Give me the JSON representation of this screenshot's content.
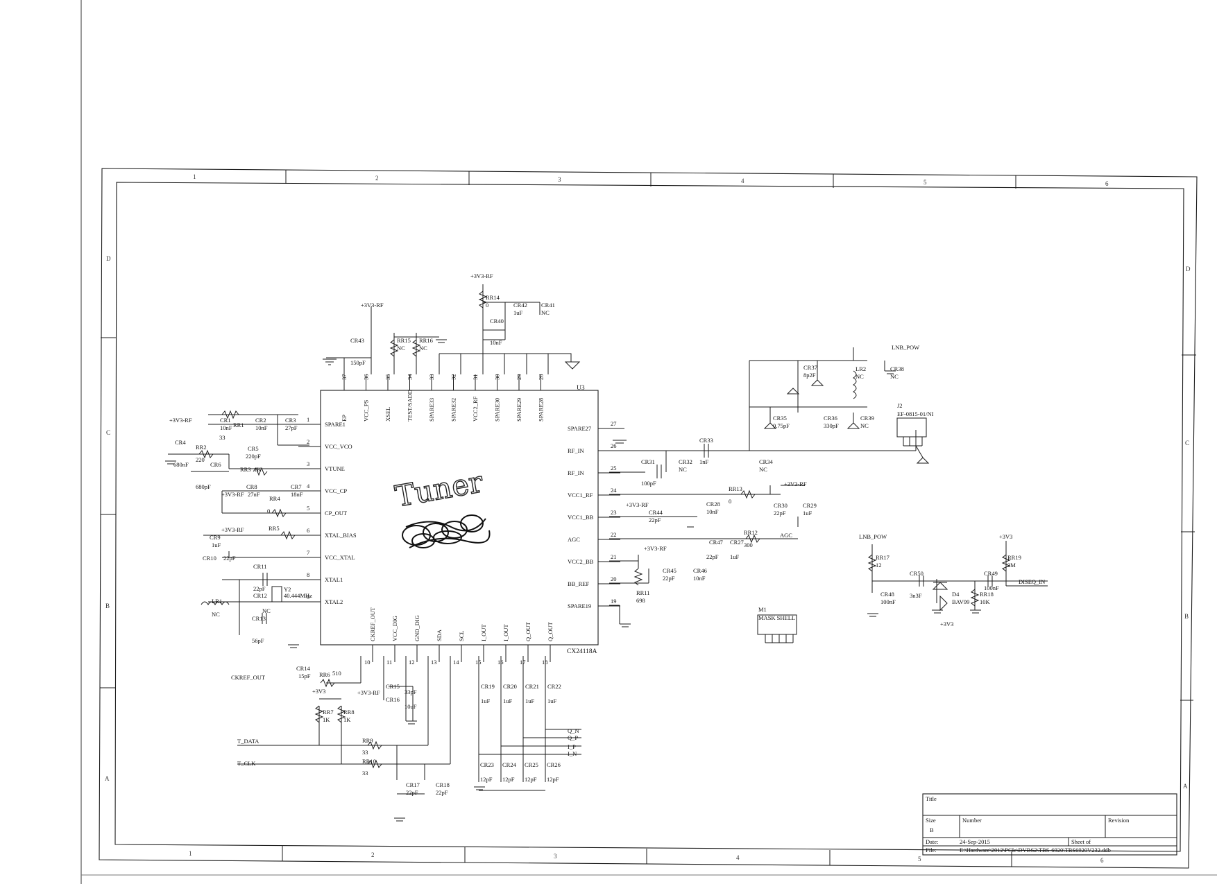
{
  "sheet": {
    "zones_top": [
      "1",
      "2",
      "3",
      "4",
      "5",
      "6"
    ],
    "zones_side": [
      "D",
      "C",
      "B",
      "A"
    ]
  },
  "chip": {
    "ref": "U3",
    "part": "CX24118A",
    "handwriting": "Tuner",
    "left_pins": [
      {
        "num": "1",
        "name": "SPARE1"
      },
      {
        "num": "2",
        "name": "VCC_VCO"
      },
      {
        "num": "3",
        "name": "VTUNE"
      },
      {
        "num": "4",
        "name": "VCC_CP"
      },
      {
        "num": "5",
        "name": "CP_OUT"
      },
      {
        "num": "6",
        "name": "XTAL_BIAS"
      },
      {
        "num": "7",
        "name": "VCC_XTAL"
      },
      {
        "num": "8",
        "name": "XTAL1"
      },
      {
        "num": "9",
        "name": "XTAL2"
      }
    ],
    "right_pins": [
      {
        "num": "27",
        "name": "SPARE27"
      },
      {
        "num": "26",
        "name": "RF_IN"
      },
      {
        "num": "25",
        "name": "RF_IN"
      },
      {
        "num": "24",
        "name": "VCC1_RF"
      },
      {
        "num": "23",
        "name": "VCC1_BB"
      },
      {
        "num": "22",
        "name": "AGC"
      },
      {
        "num": "21",
        "name": "VCC2_BB"
      },
      {
        "num": "20",
        "name": "BB_REF"
      },
      {
        "num": "19",
        "name": "SPARE19"
      }
    ],
    "top_pins": [
      {
        "num": "37",
        "name": "EP"
      },
      {
        "num": "36",
        "name": "VCC_PS"
      },
      {
        "num": "35",
        "name": "XSEL"
      },
      {
        "num": "34",
        "name": "TEST/SADD"
      },
      {
        "num": "33",
        "name": "SPARE33"
      },
      {
        "num": "32",
        "name": "SPARE32"
      },
      {
        "num": "31",
        "name": "VCC2_RF"
      },
      {
        "num": "30",
        "name": "SPARE30"
      },
      {
        "num": "29",
        "name": "SPARE29"
      },
      {
        "num": "28",
        "name": "SPARE28"
      }
    ],
    "bottom_pins": [
      {
        "num": "10",
        "name": "CKREF_OUT"
      },
      {
        "num": "11",
        "name": "VCC_DIG"
      },
      {
        "num": "12",
        "name": "GND_DIG"
      },
      {
        "num": "13",
        "name": "SDA"
      },
      {
        "num": "14",
        "name": "SCL"
      },
      {
        "num": "15",
        "name": "I_OUT"
      },
      {
        "num": "16",
        "name": "I_OUT"
      },
      {
        "num": "17",
        "name": "Q_OUT"
      },
      {
        "num": "18",
        "name": "Q_OUT"
      }
    ]
  },
  "labels": [
    {
      "id": "net-3v3rf-top",
      "text": "+3V3-RF"
    },
    {
      "id": "net-3v3rf-vccps",
      "text": "+3V3-RF"
    },
    {
      "id": "rr14",
      "text": "RR14"
    },
    {
      "id": "rr14v",
      "text": "0"
    },
    {
      "id": "cr42",
      "text": "CR42"
    },
    {
      "id": "cr42v",
      "text": "1uF"
    },
    {
      "id": "cr41",
      "text": "CR41"
    },
    {
      "id": "cr41v",
      "text": "NC"
    },
    {
      "id": "cr40",
      "text": "CR40"
    },
    {
      "id": "cr40v",
      "text": "10nF"
    },
    {
      "id": "cr43",
      "text": "CR43"
    },
    {
      "id": "cr43v",
      "text": "150pF"
    },
    {
      "id": "rr15",
      "text": "RR15"
    },
    {
      "id": "rr15v",
      "text": "NC"
    },
    {
      "id": "rr16",
      "text": "RR16"
    },
    {
      "id": "rr16v",
      "text": "NC"
    },
    {
      "id": "net-3v3rf-left",
      "text": "+3V3-RF"
    },
    {
      "id": "cr1",
      "text": "CR1"
    },
    {
      "id": "cr1v",
      "text": "10nF"
    },
    {
      "id": "rr1",
      "text": "RR1"
    },
    {
      "id": "rr1v",
      "text": "33"
    },
    {
      "id": "cr2",
      "text": "CR2"
    },
    {
      "id": "cr2v",
      "text": "10nF"
    },
    {
      "id": "cr3",
      "text": "CR3"
    },
    {
      "id": "cr3v",
      "text": "27pF"
    },
    {
      "id": "cr4",
      "text": "CR4"
    },
    {
      "id": "cr4v",
      "text": "680nF"
    },
    {
      "id": "rr2",
      "text": "RR2"
    },
    {
      "id": "rr2v",
      "text": "220"
    },
    {
      "id": "cr5",
      "text": "CR5"
    },
    {
      "id": "cr5v",
      "text": "220pF"
    },
    {
      "id": "cr6",
      "text": "CR6"
    },
    {
      "id": "cr6v",
      "text": "680pF"
    },
    {
      "id": "rr3",
      "text": "RR3"
    },
    {
      "id": "rr3v",
      "text": "1K"
    },
    {
      "id": "net-3v3rf-cp",
      "text": "+3V3-RF"
    },
    {
      "id": "cr8",
      "text": "CR8"
    },
    {
      "id": "cr8v",
      "text": "27nF"
    },
    {
      "id": "cr7",
      "text": "CR7"
    },
    {
      "id": "cr7v",
      "text": "18nF"
    },
    {
      "id": "rr4",
      "text": "RR4"
    },
    {
      "id": "rr4v",
      "text": "0"
    },
    {
      "id": "net-3v3rf-xt",
      "text": "+3V3-RF"
    },
    {
      "id": "rr5",
      "text": "RR5"
    },
    {
      "id": "cr9",
      "text": "CR9"
    },
    {
      "id": "cr9v",
      "text": "1uF"
    },
    {
      "id": "cr10",
      "text": "CR10"
    },
    {
      "id": "cr10v",
      "text": "22pF"
    },
    {
      "id": "cr11",
      "text": "CR11"
    },
    {
      "id": "cr11v",
      "text": "22pF"
    },
    {
      "id": "y2",
      "text": "Y2"
    },
    {
      "id": "y2v",
      "text": "40.444MHz"
    },
    {
      "id": "cr12",
      "text": "CR12"
    },
    {
      "id": "cr12v",
      "text": "NC"
    },
    {
      "id": "lr1",
      "text": "LR1"
    },
    {
      "id": "lr1v",
      "text": "NC"
    },
    {
      "id": "cr13",
      "text": "CR13"
    },
    {
      "id": "cr13v",
      "text": "56pF"
    },
    {
      "id": "cr14",
      "text": "CR14"
    },
    {
      "id": "cr14v",
      "text": "15pF"
    },
    {
      "id": "rr6",
      "text": "RR6"
    },
    {
      "id": "rr6v",
      "text": "510"
    },
    {
      "id": "ckref",
      "text": "CKREF_OUT"
    },
    {
      "id": "net-3v3-b",
      "text": "+3V3"
    },
    {
      "id": "rr7",
      "text": "RR7"
    },
    {
      "id": "rr7v",
      "text": "1K"
    },
    {
      "id": "rr8",
      "text": "RR8"
    },
    {
      "id": "rr8v",
      "text": "1K"
    },
    {
      "id": "net-3v3rf-dig",
      "text": "+3V3-RF"
    },
    {
      "id": "cr15",
      "text": "CR15"
    },
    {
      "id": "cr15v",
      "text": "33pF"
    },
    {
      "id": "cr16",
      "text": "CR16"
    },
    {
      "id": "cr16v",
      "text": "10uF"
    },
    {
      "id": "tdata",
      "text": "T_DATA"
    },
    {
      "id": "tclk",
      "text": "T_CLK"
    },
    {
      "id": "rr9",
      "text": "RR9"
    },
    {
      "id": "rr9v",
      "text": "33"
    },
    {
      "id": "rr10",
      "text": "RR10"
    },
    {
      "id": "rr10v",
      "text": "33"
    },
    {
      "id": "cr17",
      "text": "CR17"
    },
    {
      "id": "cr17v",
      "text": "22pF"
    },
    {
      "id": "cr18",
      "text": "CR18"
    },
    {
      "id": "cr18v",
      "text": "22pF"
    },
    {
      "id": "cr19",
      "text": "CR19"
    },
    {
      "id": "cr19v",
      "text": "1uF"
    },
    {
      "id": "cr20",
      "text": "CR20"
    },
    {
      "id": "cr20v",
      "text": "1uF"
    },
    {
      "id": "cr21",
      "text": "CR21"
    },
    {
      "id": "cr21v",
      "text": "1uF"
    },
    {
      "id": "cr22",
      "text": "CR22"
    },
    {
      "id": "cr22v",
      "text": "1uF"
    },
    {
      "id": "cr23",
      "text": "CR23"
    },
    {
      "id": "cr23v",
      "text": "12pF"
    },
    {
      "id": "cr24",
      "text": "CR24"
    },
    {
      "id": "cr24v",
      "text": "12pF"
    },
    {
      "id": "cr25",
      "text": "CR25"
    },
    {
      "id": "cr25v",
      "text": "12pF"
    },
    {
      "id": "cr26",
      "text": "CR26"
    },
    {
      "id": "cr26v",
      "text": "12pF"
    },
    {
      "id": "qn",
      "text": "Q_N"
    },
    {
      "id": "qp",
      "text": "Q_P"
    },
    {
      "id": "ip",
      "text": "I_P"
    },
    {
      "id": "in",
      "text": "I_N"
    },
    {
      "id": "cr33",
      "text": "CR33"
    },
    {
      "id": "cr33v",
      "text": "1nF"
    },
    {
      "id": "cr31",
      "text": "CR31"
    },
    {
      "id": "cr31v",
      "text": "100pF"
    },
    {
      "id": "cr32",
      "text": "CR32"
    },
    {
      "id": "cr32v",
      "text": "NC"
    },
    {
      "id": "cr34",
      "text": "CR34"
    },
    {
      "id": "cr34v",
      "text": "NC"
    },
    {
      "id": "cr35",
      "text": "CR35"
    },
    {
      "id": "cr35v",
      "text": "0.75pF"
    },
    {
      "id": "cr36",
      "text": "CR36"
    },
    {
      "id": "cr36v",
      "text": "330pF"
    },
    {
      "id": "cr37",
      "text": "CR37"
    },
    {
      "id": "cr37v",
      "text": "8p2F"
    },
    {
      "id": "lr2",
      "text": "LR2"
    },
    {
      "id": "lr2v",
      "text": "NC"
    },
    {
      "id": "cr38",
      "text": "CR38"
    },
    {
      "id": "cr38v",
      "text": "NC"
    },
    {
      "id": "cr39",
      "text": "CR39"
    },
    {
      "id": "cr39v",
      "text": "NC"
    },
    {
      "id": "lnbpow1",
      "text": "LNB_POW"
    },
    {
      "id": "j2",
      "text": "J2"
    },
    {
      "id": "j2v",
      "text": "EF-0815-01/NI"
    },
    {
      "id": "rr13",
      "text": "RR13"
    },
    {
      "id": "rr13v",
      "text": "0"
    },
    {
      "id": "net-3v3rf-r",
      "text": "+3V3-RF"
    },
    {
      "id": "cr28",
      "text": "CR28"
    },
    {
      "id": "cr28v",
      "text": "10nF"
    },
    {
      "id": "cr30",
      "text": "CR30"
    },
    {
      "id": "cr30v",
      "text": "22pF"
    },
    {
      "id": "cr29",
      "text": "CR29"
    },
    {
      "id": "cr29v",
      "text": "1uF"
    },
    {
      "id": "net-3v3rf-bb",
      "text": "+3V3-RF"
    },
    {
      "id": "cr44",
      "text": "CR44"
    },
    {
      "id": "cr44v",
      "text": "22pF"
    },
    {
      "id": "rr12",
      "text": "RR12"
    },
    {
      "id": "rr12v",
      "text": "300"
    },
    {
      "id": "agc",
      "text": "AGC"
    },
    {
      "id": "cr47",
      "text": "CR47"
    },
    {
      "id": "cr47v",
      "text": "22pF"
    },
    {
      "id": "cr27",
      "text": "CR27"
    },
    {
      "id": "cr27v",
      "text": "1uF"
    },
    {
      "id": "net-3v3rf-bb2",
      "text": "+3V3-RF"
    },
    {
      "id": "cr45",
      "text": "CR45"
    },
    {
      "id": "cr45v",
      "text": "22pF"
    },
    {
      "id": "cr46",
      "text": "CR46"
    },
    {
      "id": "cr46v",
      "text": "10nF"
    },
    {
      "id": "rr11",
      "text": "RR11"
    },
    {
      "id": "rr11v",
      "text": "698"
    },
    {
      "id": "m1",
      "text": "M1"
    },
    {
      "id": "m1v",
      "text": "MASK SHELL"
    },
    {
      "id": "lnbpow2",
      "text": "LNB_POW"
    },
    {
      "id": "rr17",
      "text": "RR17"
    },
    {
      "id": "rr17v",
      "text": "12"
    },
    {
      "id": "cr48",
      "text": "CR48"
    },
    {
      "id": "cr48v",
      "text": "100nF"
    },
    {
      "id": "cr50",
      "text": "CR50"
    },
    {
      "id": "cr50v",
      "text": "3n3F"
    },
    {
      "id": "d4",
      "text": "D4"
    },
    {
      "id": "d4v",
      "text": "BAV99"
    },
    {
      "id": "d4pwr",
      "text": "+3V3"
    },
    {
      "id": "net-3v3-dis",
      "text": "+3V3"
    },
    {
      "id": "rr19",
      "text": "RR19"
    },
    {
      "id": "rr19v",
      "text": "3M"
    },
    {
      "id": "cr49",
      "text": "CR49"
    },
    {
      "id": "cr49v",
      "text": "100nF"
    },
    {
      "id": "rr18",
      "text": "RR18"
    },
    {
      "id": "rr18v",
      "text": "10K"
    },
    {
      "id": "diseq",
      "text": "DISEQ_IN"
    }
  ],
  "title_block": {
    "title_label": "Title",
    "size_label": "Size",
    "size_value": "B",
    "number_label": "Number",
    "revision_label": "Revision",
    "date_label": "Date:",
    "date_value": "24-Sep-2015",
    "sheet_label": "Sheet   of",
    "file_label": "File:",
    "file_value": "E:\\Hardware\\2012\\PCIe\\DVBS2\\TBS-6920\\TBS6920V232.ddb"
  }
}
